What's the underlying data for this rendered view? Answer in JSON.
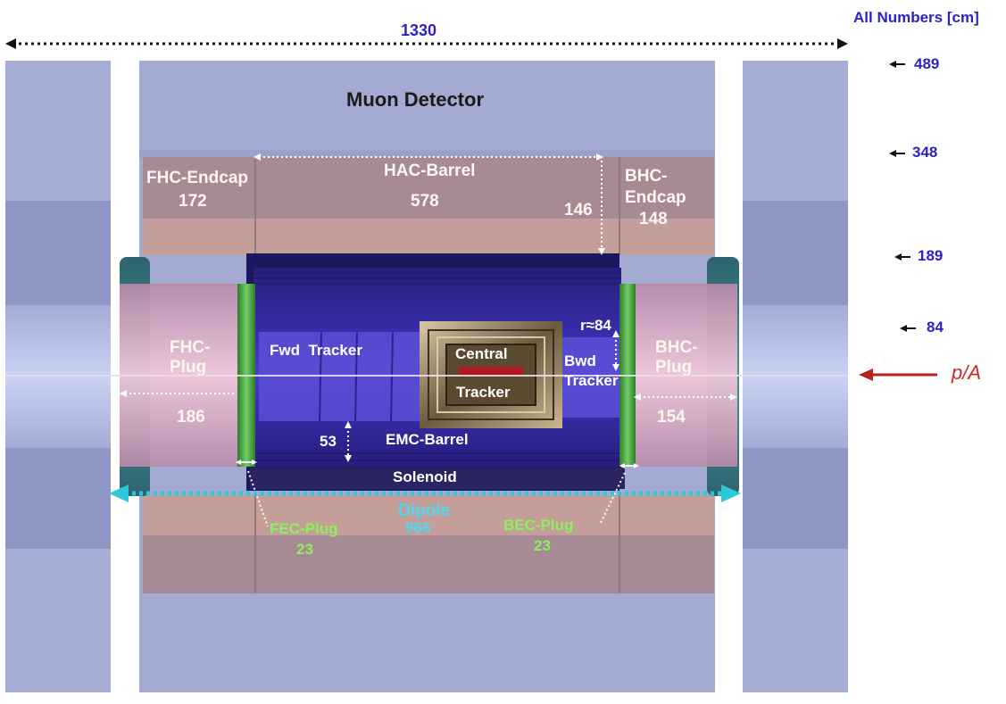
{
  "header": {
    "units_note": "All Numbers [cm]",
    "total_length": "1330"
  },
  "radii": [
    "489",
    "348",
    "189",
    "84"
  ],
  "beam": {
    "label": "p/A"
  },
  "components": {
    "muon_detector": "Muon Detector",
    "fhc_endcap": {
      "name": "FHC-Endcap",
      "value": "172"
    },
    "hac_barrel": {
      "name": "HAC-Barrel",
      "value": "578"
    },
    "hac_thickness": "146",
    "bhc_endcap": {
      "name_line1": "BHC-",
      "name_line2": "Endcap",
      "value": "148"
    },
    "fhc_plug": {
      "name_line1": "FHC-",
      "name_line2": "Plug",
      "value": "186"
    },
    "bhc_plug": {
      "name_line1": "BHC-",
      "name_line2": "Plug",
      "value": "154"
    },
    "fwd_tracker": "Fwd  Tracker",
    "central_tracker": {
      "line1": "Central",
      "line2": "Tracker"
    },
    "bwd_tracker": {
      "line1": "Bwd",
      "line2": "Tracker"
    },
    "radius_note": "r≈84",
    "emc_thickness": "53",
    "emc_barrel": "EMC-Barrel",
    "solenoid": "Solenoid",
    "dipole": {
      "name": "Dipole",
      "value": "966"
    },
    "fec_plug": {
      "name": "FEC-Plug",
      "value": "23"
    },
    "bec_plug": {
      "name": "BEC-Plug",
      "value": "23"
    }
  },
  "colors": {
    "muon": "#a3abd3",
    "hac": "#a88a94",
    "emc": "#2a2396",
    "plug": "#d9a3c0",
    "beam_arrow": "#b8221a",
    "dipole_arrow": "#2cc9d8",
    "text_blue": "#2a1fc8",
    "text_green": "#8cf25a"
  }
}
